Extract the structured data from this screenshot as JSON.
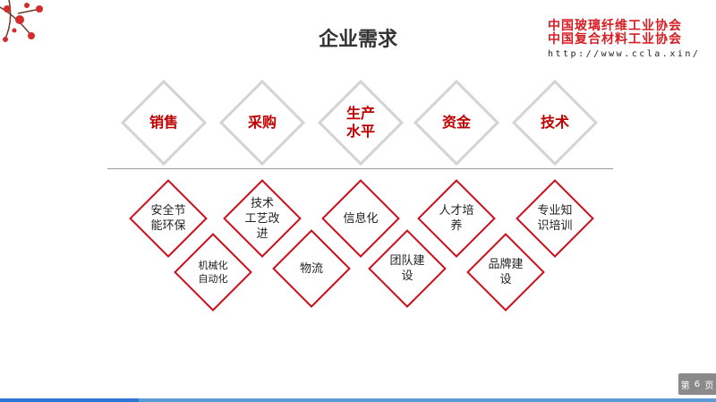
{
  "title": "企业需求",
  "logo": {
    "line1": "中国玻璃纤维工业协会",
    "line2": "中国复合材料工业协会",
    "url": "http://www.ccla.xin/"
  },
  "top_items": [
    "销售",
    "采购",
    "生产\n水平",
    "资金",
    "技术"
  ],
  "bottom_row1": [
    "安全节\n能环保",
    "技术\n工艺改\n进",
    "信息化",
    "人才培\n养",
    "专业知\n识培训"
  ],
  "bottom_row2": [
    "机械化\n自动化",
    "物流",
    "团队建\n设",
    "品牌建\n设"
  ],
  "page": {
    "prefix": "第",
    "number": "6",
    "suffix": "页"
  },
  "colors": {
    "accent": "#c00000",
    "diamond_gray": "#d3d3d3"
  }
}
